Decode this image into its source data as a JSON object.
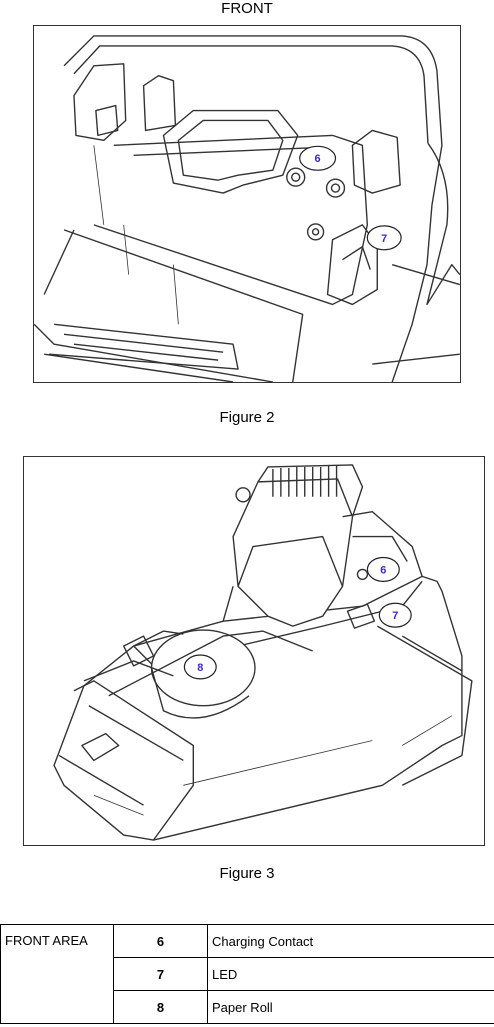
{
  "header": {
    "title": "FRONT"
  },
  "figure2": {
    "caption": "Figure 2",
    "callouts": [
      "6",
      "7"
    ]
  },
  "figure3": {
    "caption": "Figure 3",
    "callouts": [
      "6",
      "7",
      "8"
    ]
  },
  "legend": {
    "area": "FRONT AREA",
    "rows": [
      {
        "num": "6",
        "label": "Charging Contact"
      },
      {
        "num": "7",
        "label": "LED"
      },
      {
        "num": "8",
        "label": "Paper Roll"
      }
    ]
  },
  "colors": {
    "callout": "#3a2bd0",
    "line": "#333333"
  }
}
